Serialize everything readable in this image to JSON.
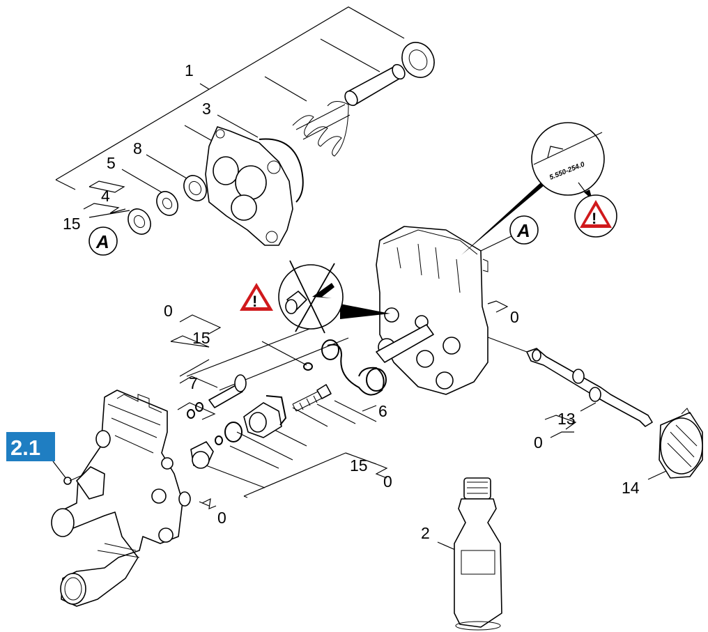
{
  "section_tag": {
    "label": "2.1",
    "color": "#1f7ec2"
  },
  "labels": {
    "l1": "1",
    "l3": "3",
    "l8": "8",
    "l5": "5",
    "l4": "4",
    "l15a": "15",
    "l0a": "0",
    "l15b": "15",
    "l7": "7",
    "l6": "6",
    "l0b": "0",
    "l13": "13",
    "l0c": "0",
    "l14": "14",
    "l15c": "15",
    "l0d": "0",
    "l0e": "0",
    "l2": "2"
  },
  "markers": {
    "a1": "A",
    "a2": "A"
  },
  "magnifier_text": "5.550-254.0",
  "warning": {
    "color": "#d0191c",
    "symbol": "!"
  }
}
